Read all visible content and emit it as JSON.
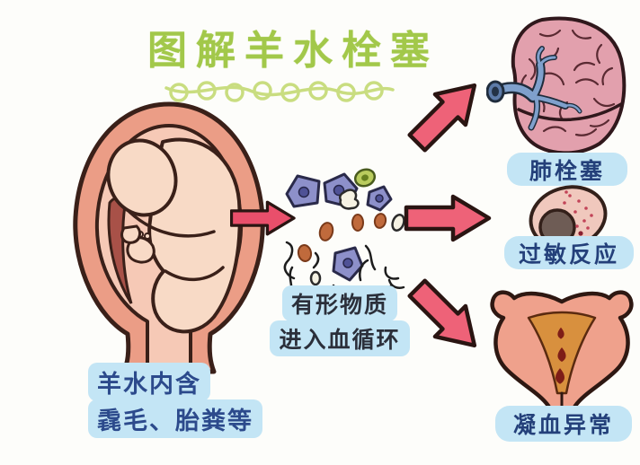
{
  "title": {
    "text": "图解羊水栓塞"
  },
  "flow": {
    "source": {
      "caption_line1": "羊水内含",
      "caption_line2": "毳毛、胎粪等",
      "illustration": "fetus-in-uterus"
    },
    "process": {
      "caption_line1": "有形物质",
      "caption_line2": "进入血循环",
      "illustration": "amniotic-debris-in-blood"
    },
    "outcomes": [
      {
        "label": "肺栓塞",
        "illustration": "lung-with-embolism"
      },
      {
        "label": "过敏反应",
        "illustration": "allergy-reaction-cell"
      },
      {
        "label": "凝血异常",
        "illustration": "bleeding-uterus"
      }
    ]
  },
  "colors": {
    "title_green": "#a2c84a",
    "underline_green": "#c9dd80",
    "label_bubble_blue": "#c3e5f5",
    "label_text_navy": "#24407a",
    "arrow_pink": "#ee6278",
    "arrow_outline": "#2a1512",
    "uterus_wall": "#eb9d86",
    "uterus_cavity": "#f6c9b6",
    "fetus_skin": "#f8dac6",
    "placenta_red": "#a85148",
    "lung_pink": "#e2a0ad",
    "vessel_blue": "#7fa0cc",
    "cell_pink": "#f0c8bd",
    "nucleus_brown": "#6e5c55",
    "uterine_cavity_orange": "#d8903e",
    "blood_red": "#7e1d17"
  }
}
